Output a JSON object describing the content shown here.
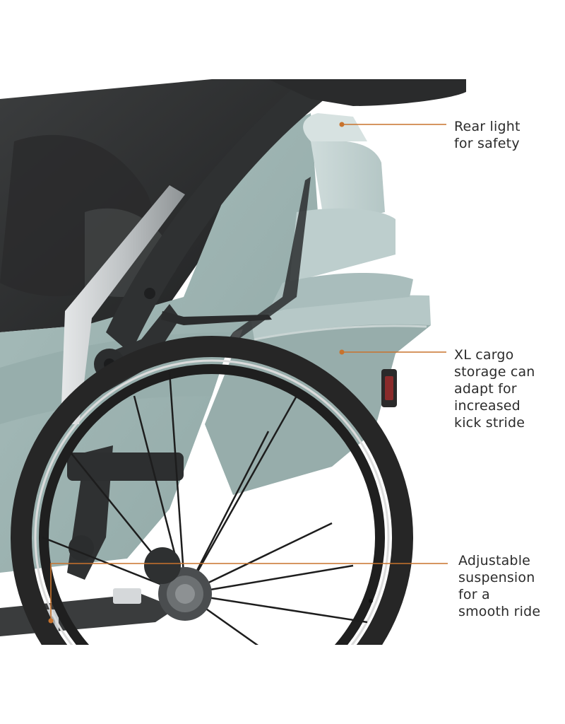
{
  "callouts": {
    "rear_light": {
      "lines": [
        "Rear light",
        "for safety"
      ]
    },
    "cargo": {
      "lines": [
        "XL cargo",
        "storage can",
        "adapt for",
        "increased",
        "kick stride"
      ]
    },
    "suspension": {
      "lines": [
        "Adjustable",
        "suspension",
        "for a",
        "smooth ride"
      ]
    }
  },
  "colors": {
    "background": "#ffffff",
    "leader_line": "#c8732d",
    "fabric": "#9fb5b3",
    "frame": "#2f3132",
    "tire": "#252525",
    "text": "#2b2b2b"
  }
}
